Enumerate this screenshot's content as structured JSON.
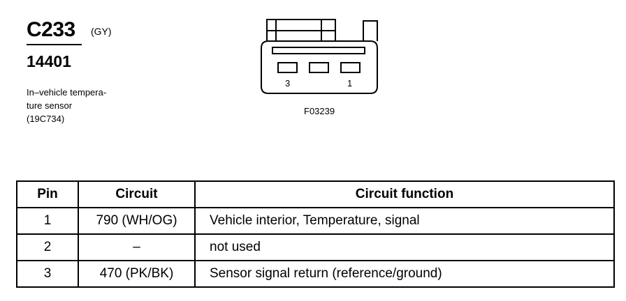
{
  "connector": {
    "id": "C233",
    "color_code": "(GY)",
    "part_number": "14401",
    "description_lines": [
      "In–vehicle tempera-",
      "ture sensor",
      "(19C734)"
    ],
    "figure_id": "F03239",
    "pin_labels": [
      "3",
      "1"
    ]
  },
  "table": {
    "headers": [
      "Pin",
      "Circuit",
      "Circuit function"
    ],
    "rows": [
      {
        "pin": "1",
        "circuit": "790 (WH/OG)",
        "function": "Vehicle interior, Temperature, signal"
      },
      {
        "pin": "2",
        "circuit": "–",
        "function": "not used"
      },
      {
        "pin": "3",
        "circuit": "470 (PK/BK)",
        "function": "Sensor signal return (reference/ground)"
      }
    ]
  }
}
